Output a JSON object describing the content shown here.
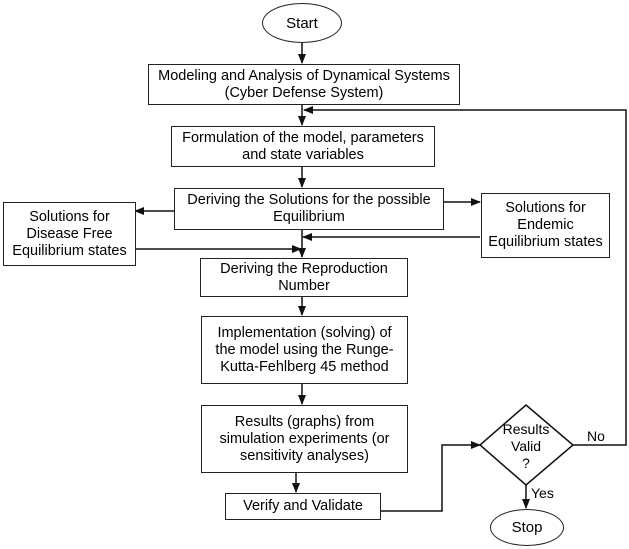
{
  "diagram": {
    "type": "flowchart",
    "nodes": {
      "start": "Start",
      "modeling": "Modeling and Analysis of Dynamical Systems\n(Cyber Defense System)",
      "formulation": "Formulation of the model, parameters\nand state variables",
      "deriving_solutions": "Deriving the Solutions for the possible\nEquilibrium",
      "disease_free": "Solutions for\nDisease Free\nEquilibrium states",
      "endemic": "Solutions for\nEndemic\nEquilibrium states",
      "reproduction": "Deriving the Reproduction\nNumber",
      "implementation": "Implementation (solving) of\nthe model using the Runge-\nKutta-Fehlberg 45 method",
      "results": "Results (graphs) from\nsimulation experiments (or\nsensitivity analyses)",
      "verify": "Verify and Validate",
      "decision": "Results\nValid\n?",
      "stop": "Stop"
    },
    "edge_labels": {
      "yes": "Yes",
      "no": "No"
    },
    "edges": [
      [
        "start",
        "modeling"
      ],
      [
        "modeling",
        "formulation"
      ],
      [
        "formulation",
        "deriving_solutions"
      ],
      [
        "deriving_solutions",
        "disease_free"
      ],
      [
        "deriving_solutions",
        "endemic"
      ],
      [
        "disease_free",
        "reproduction"
      ],
      [
        "endemic",
        "reproduction"
      ],
      [
        "deriving_solutions",
        "reproduction"
      ],
      [
        "reproduction",
        "implementation"
      ],
      [
        "implementation",
        "results"
      ],
      [
        "results",
        "verify"
      ],
      [
        "verify",
        "decision"
      ],
      [
        "decision",
        "stop",
        "yes"
      ],
      [
        "decision",
        "formulation",
        "no"
      ]
    ]
  }
}
